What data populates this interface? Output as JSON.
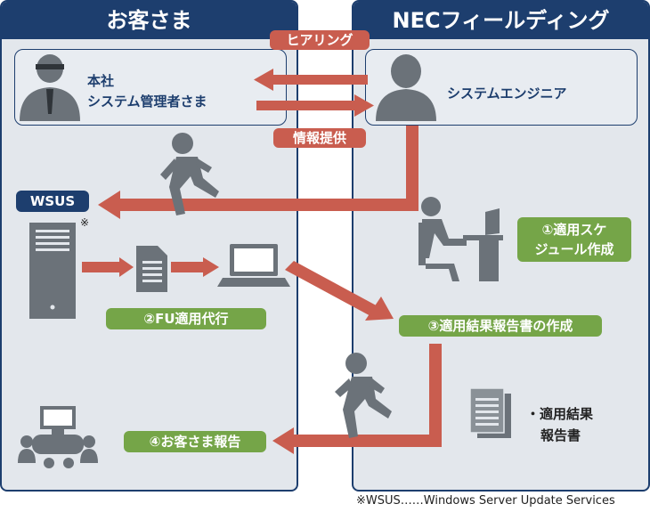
{
  "customer": {
    "title": "お客さま",
    "hq_line1": "本社",
    "hq_line2": "システム管理者さま",
    "wsus_label": "WSUS",
    "wsus_mark": "※",
    "step2": "②FU適用代行",
    "step4": "④お客さま報告"
  },
  "nec": {
    "title": "NECフィールディング",
    "engineer": "システムエンジニア",
    "step1_line1": "①適用スケ",
    "step1_line2": "ジュール作成",
    "step3": "③適用結果報告書の作成",
    "report_line1": "・適用結果",
    "report_line2": "報告書"
  },
  "flows": {
    "hearing": "ヒアリング",
    "info": "情報提供"
  },
  "footnote": "※WSUS……Windows Server Update Services",
  "colors": {
    "navy": "#1d3e6e",
    "arrow_red": "#c95d4f",
    "green": "#75a548",
    "panel_bg": "#e3e7ec",
    "icon_gray": "#6b7279"
  }
}
